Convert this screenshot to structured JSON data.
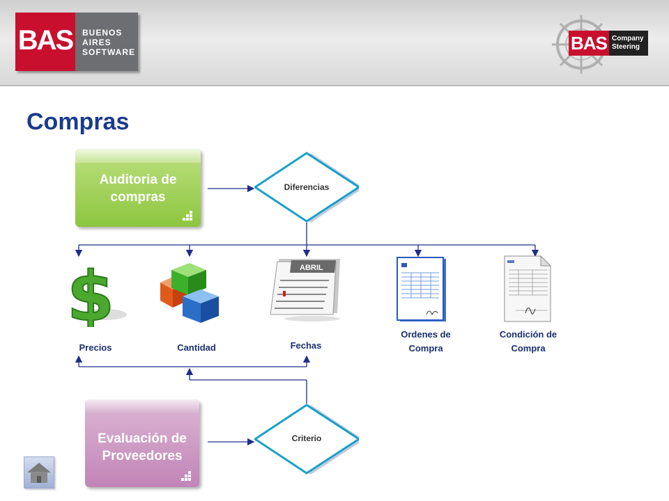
{
  "header": {
    "logo_left": {
      "mark": "BAS",
      "lines": [
        "BUENOS",
        "AIRES",
        "SOFTWARE"
      ]
    },
    "logo_right": {
      "mark": "BAS",
      "lines": [
        "Company",
        "Steering"
      ]
    }
  },
  "title": "Compras",
  "boxes": {
    "audit": {
      "line1": "Auditoria de",
      "line2": "compras"
    },
    "evaluation": {
      "line1": "Evaluación de",
      "line2": "Proveedores"
    }
  },
  "diamonds": {
    "top": "Diferencias",
    "bottom": "Criterio"
  },
  "items": [
    {
      "key": "precios",
      "label_lines": [
        "Precios"
      ],
      "icon": "dollar-icon"
    },
    {
      "key": "cantidad",
      "label_lines": [
        "Cantidad"
      ],
      "icon": "boxes-icon"
    },
    {
      "key": "fechas",
      "label_lines": [
        "Fechas"
      ],
      "icon": "calendar-icon",
      "calendar_month": "ABRIL"
    },
    {
      "key": "ordenes",
      "label_lines": [
        "Ordenes de",
        "Compra"
      ],
      "icon": "spreadsheet-icon"
    },
    {
      "key": "condicion",
      "label_lines": [
        "Condición de",
        "Compra"
      ],
      "icon": "invoice-icon"
    }
  ],
  "nav": {
    "home_icon": "home-icon"
  },
  "colors": {
    "title": "#1a3b8c",
    "wire": "#1f2e8a",
    "green": "#8cc63f",
    "purple": "#c184b7",
    "brand_red": "#c8102e"
  }
}
